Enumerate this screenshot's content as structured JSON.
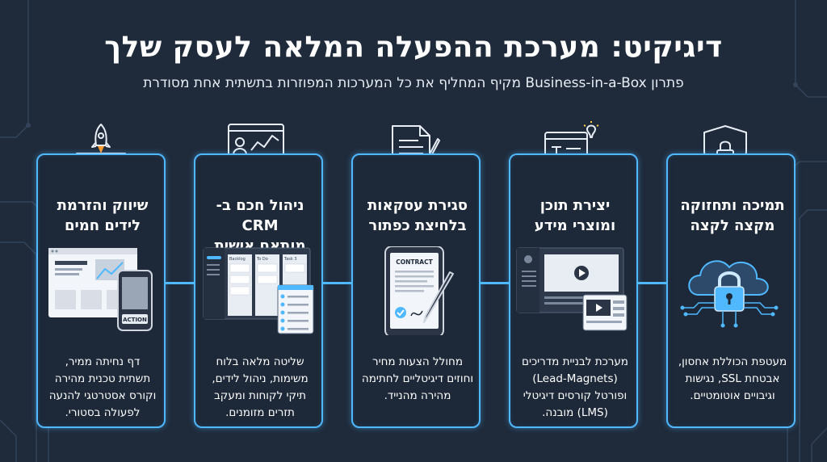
{
  "title": "דיגיקיט: מערכת ההפעלה המלאה לעסק שלך",
  "subtitle": "פתרון Business-in-a-Box מקיף המחליף את כל המערכות המפוזרות בתשתית אחת מסודרת",
  "cards": [
    {
      "title_line1": "שיווק והזרמת",
      "title_line2": "לידים חמים",
      "desc": [
        "דף נחיתה ממיר,",
        "תשתית טכנית מהירה",
        "וקורס אסטרטגי להנעה",
        "לפעולה בסטורי."
      ],
      "icon": "rocket-funnel-icon",
      "illustration": "landing-page-and-phone",
      "action_label": "ACTION"
    },
    {
      "title_line1": "ניהול חכם ב-CRM",
      "title_line2": "מותאם אישית",
      "desc": [
        "שליטה מלאה בלוח",
        "משימות, ניהול לידים,",
        "תיקי לקוחות ומעקב",
        "תזרים מזומנים."
      ],
      "icon": "crm-dashboard-icon",
      "illustration": "kanban-board",
      "kanban_columns": [
        "Backlog",
        "To Do",
        "Task 3"
      ]
    },
    {
      "title_line1": "סגירת עסקאות",
      "title_line2": "בלחיצת כפתור",
      "desc": [
        "מחולל הצעות מחיר",
        "וחוזים דיגיטליים לחתימה",
        "מהירה מהנייד."
      ],
      "icon": "contract-signing-icon",
      "illustration": "phone-contract",
      "contract_label": "CONTRACT"
    },
    {
      "title_line1": "יצירת תוכן",
      "title_line2": "ומוצרי מידע",
      "desc": [
        "מערכת לבניית מדריכים",
        "(Lead-Magnets)",
        "ופורטל קורסים דיגיטלי",
        "(LMS) מובנה."
      ],
      "icon": "content-creation-icon",
      "illustration": "course-portal"
    },
    {
      "title_line1": "תמיכה ותחזוקה",
      "title_line2": "מקצה לקצה",
      "desc": [
        "מעטפת הכוללת אחסון,",
        "אבטחת SSL, נגישות",
        "וגיבויים אוטומטיים."
      ],
      "icon": "security-shield-icon",
      "illustration": "cloud-lock"
    }
  ],
  "colors": {
    "background": "#1f2a3a",
    "accent": "#4fb8ff",
    "text": "#ffffff"
  }
}
